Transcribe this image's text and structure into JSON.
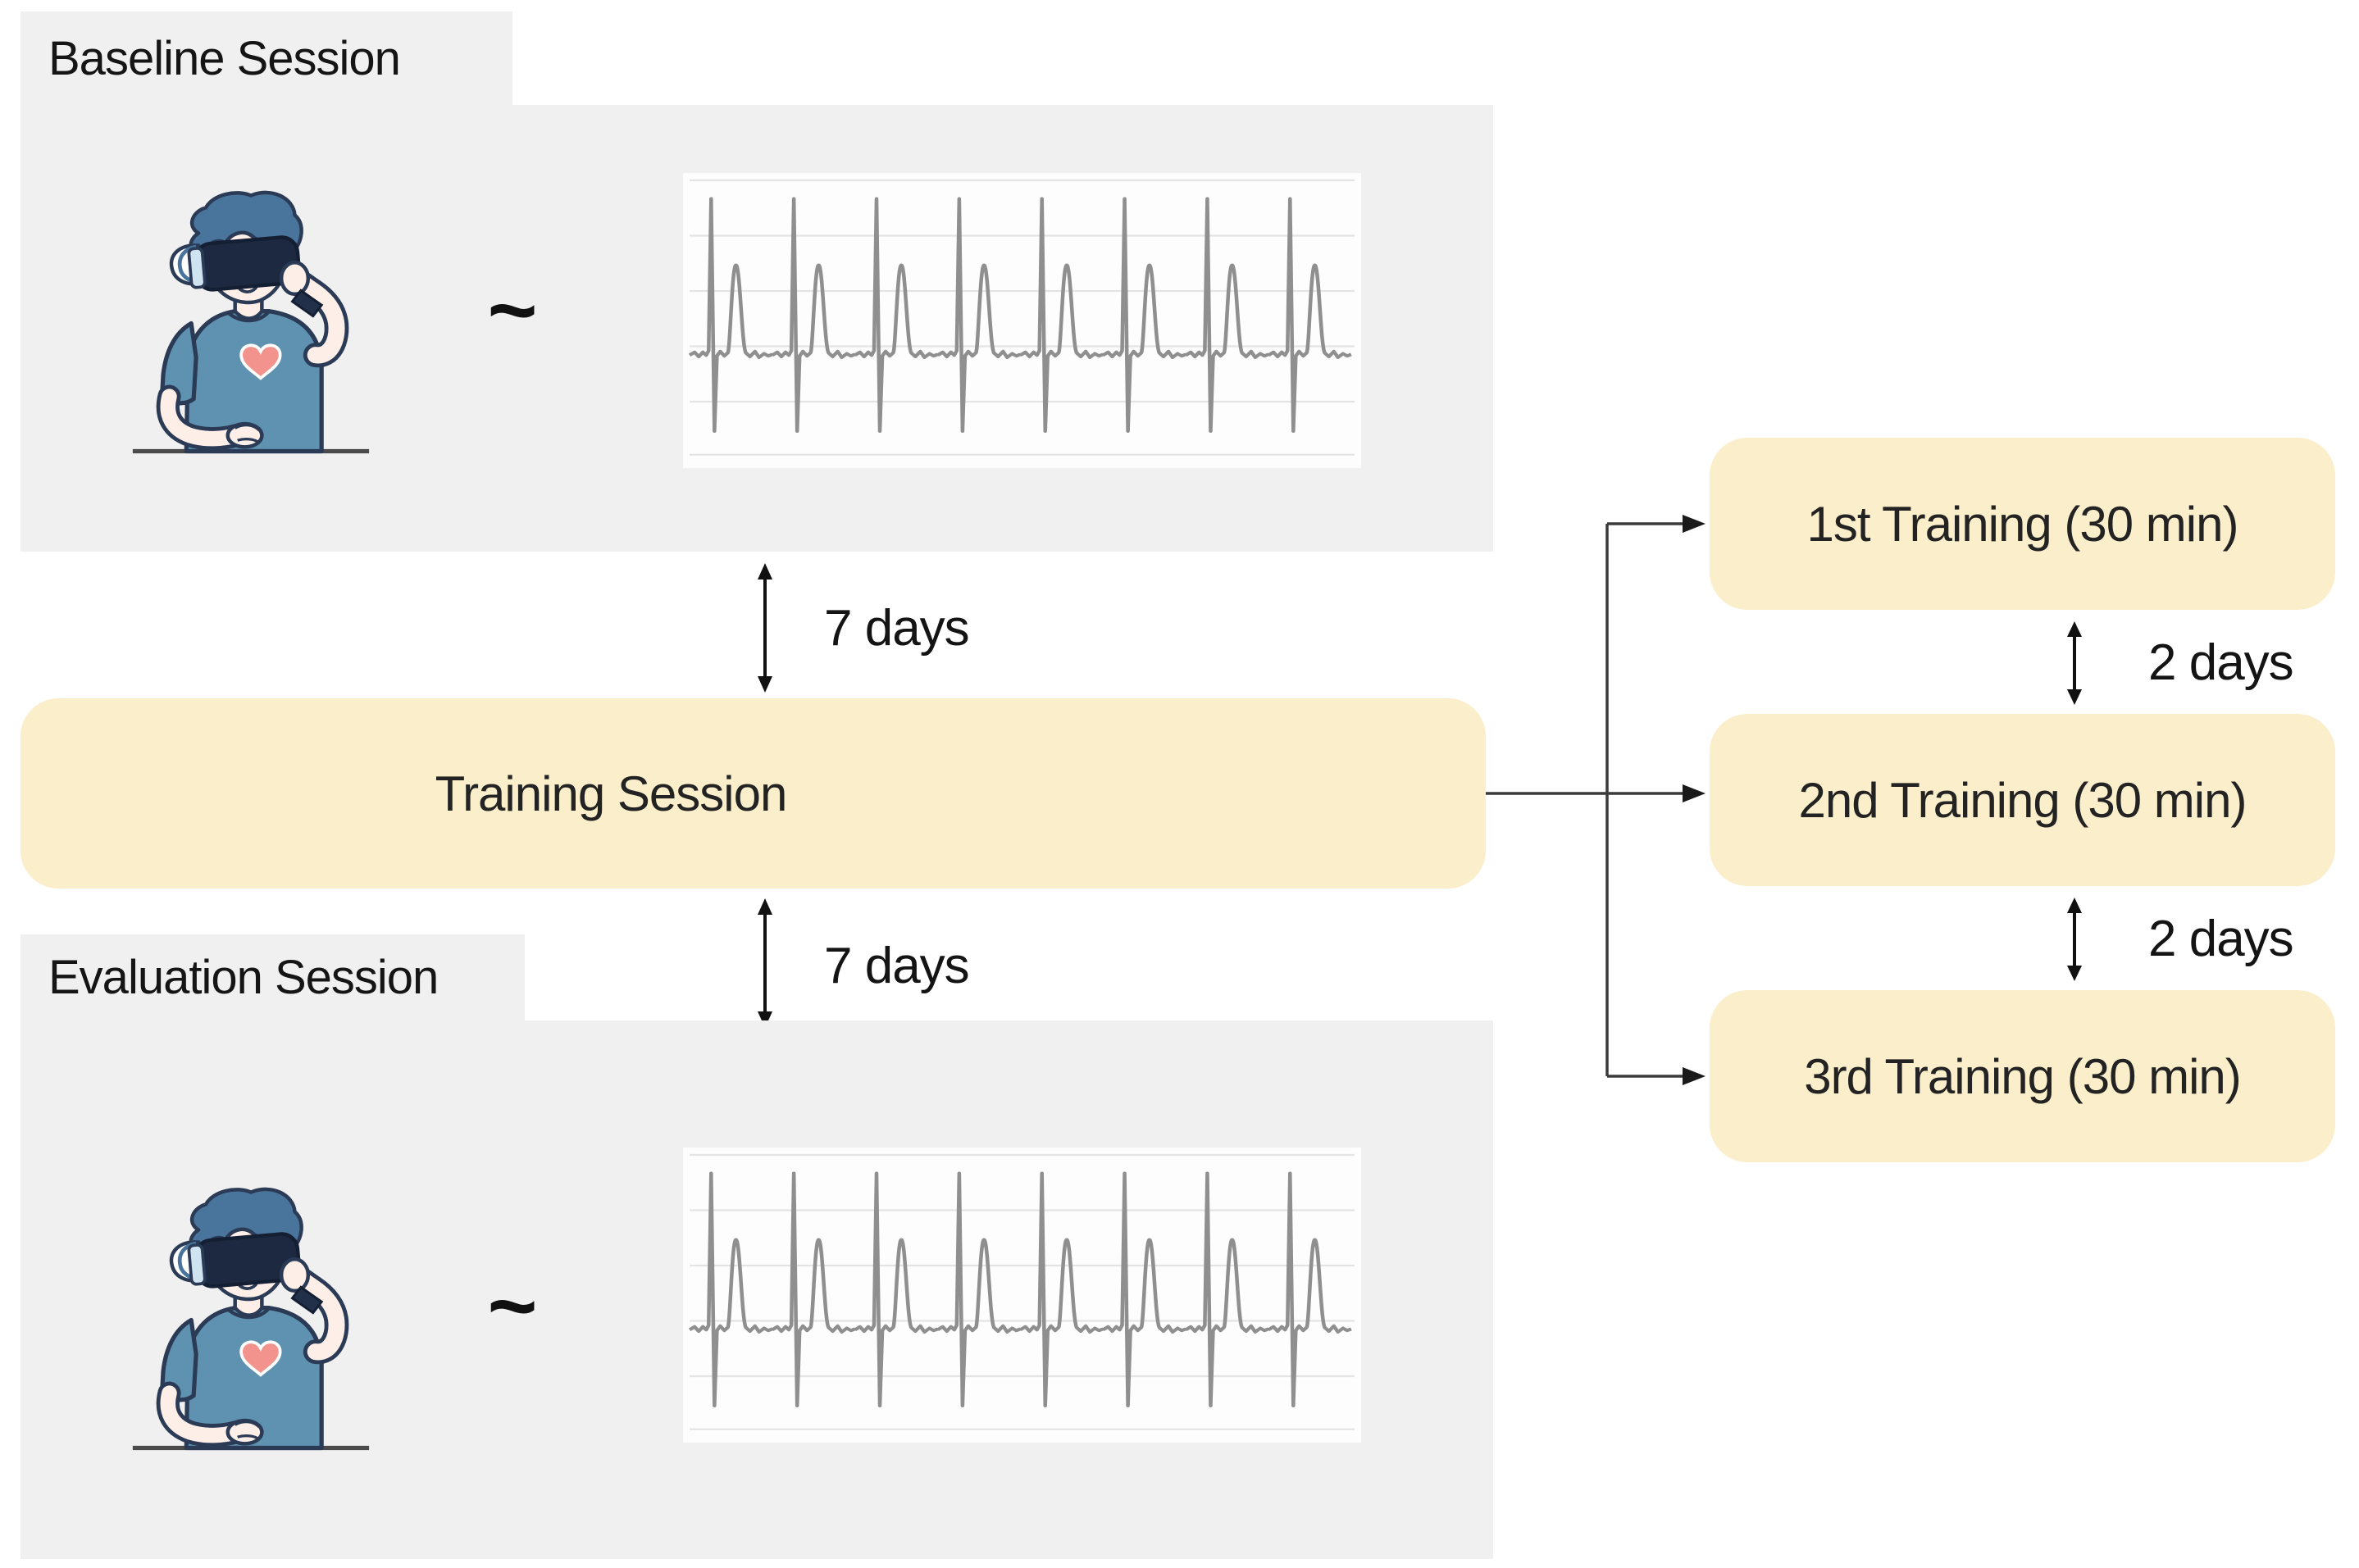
{
  "figure": {
    "baseline_session": {
      "label": "Baseline Session",
      "tilde": "~"
    },
    "training_session": {
      "label": "Training Session"
    },
    "evaluation_session": {
      "label": "Evaluation Session",
      "tilde": "~"
    },
    "trainings": [
      {
        "label": "1st Training (30 min)"
      },
      {
        "label": "2nd Training (30 min)"
      },
      {
        "label": "3rd Training (30 min)"
      }
    ],
    "intervals": {
      "baseline_to_training": "7 days",
      "training_to_evaluation": "7 days",
      "training_1_to_2": "2 days",
      "training_2_to_3": "2 days"
    },
    "icons": {
      "vr_user": "person-wearing-vr-headset-illustration",
      "ecg": "ecg-heartbeat-waveform",
      "interval_arrow": "vertical-double-headed-arrow",
      "branch": "right-angle-connector-with-arrowheads"
    },
    "colors": {
      "panel_gray": "#f0f0f0",
      "accent_yellow": "#fbeeca",
      "ecg_trace": "#8f8f8f",
      "ecg_grid": "#e4e4e4",
      "text": "#1c1c1c",
      "connector": "#3a3a3a"
    }
  }
}
